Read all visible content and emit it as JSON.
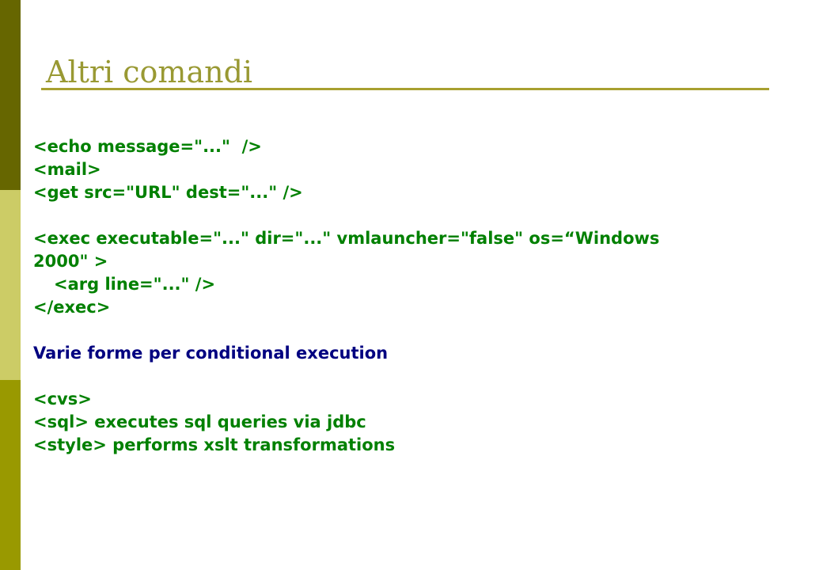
{
  "colors": {
    "bar_top": "#666600",
    "bar_middle": "#cccc66",
    "bar_bottom": "#999900",
    "title": "#999933",
    "title_rule": "#a8a030",
    "code_text": "#008000",
    "body_text": "#000080"
  },
  "slide": {
    "title": "Altri comandi",
    "lines": [
      "<echo message=\"...\"  />",
      "<mail>",
      "<get src=\"URL\" dest=\"...\" />",
      "<exec executable=\"...\" dir=\"...\" vmlauncher=\"false\" os=“Windows",
      "2000\" >",
      "<arg line=\"...\" />",
      "</exec>",
      "Varie forme per conditional execution",
      "<cvs>",
      "<sql> executes sql queries via jdbc",
      "<style> performs xslt transformations"
    ]
  }
}
